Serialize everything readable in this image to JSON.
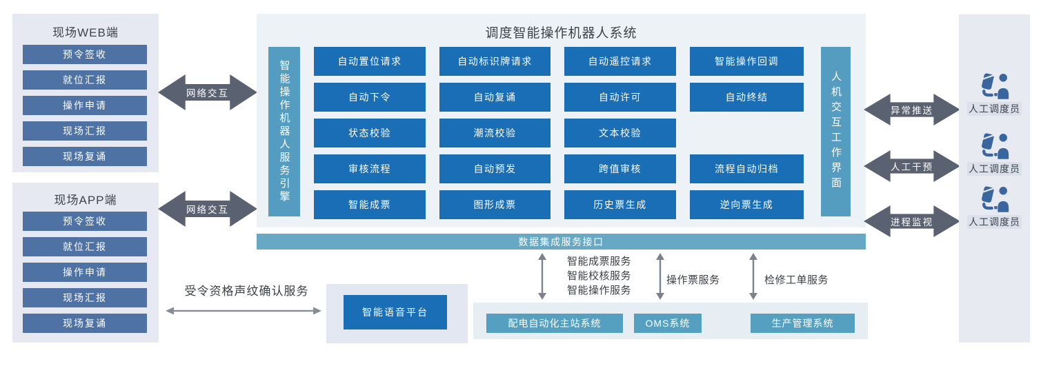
{
  "colors": {
    "module_blue": "#1a6eb5",
    "site_item_blue": "#4e72a4",
    "teal_bar": "#549dc1",
    "data_bar_teal": "#67a8c5",
    "system_box_teal": "#55a0c0",
    "fat_arrow_gray": "#5a6170",
    "thin_arrow_gray": "#7b828c",
    "dispatcher_icon_blue": "#3a669f",
    "panel_light": "#e6e9f2",
    "main_panel_light": "#edf2f6"
  },
  "web_panel": {
    "title": "现场WEB端",
    "items": [
      "预令签收",
      "就位汇报",
      "操作申请",
      "现场汇报",
      "现场复诵"
    ]
  },
  "app_panel": {
    "title": "现场APP端",
    "items": [
      "预令签收",
      "就位汇报",
      "操作申请",
      "现场汇报",
      "现场复诵"
    ]
  },
  "network": {
    "label": "网络交互"
  },
  "main_panel": {
    "title": "调度智能操作机器人系统",
    "left_bar": "智能操作机器人服务引擎",
    "right_bar": "人机交互工作界面",
    "grid_rows": [
      [
        "自动置位请求",
        "自动标识牌请求",
        "自动遥控请求",
        "智能操作回调"
      ],
      [
        "自动下令",
        "自动复诵",
        "自动许可",
        "自动终结"
      ],
      [
        "状态校验",
        "潮流校验",
        "文本校验"
      ],
      [
        "审核流程",
        "自动预发",
        "跨值审核",
        "流程自动归档"
      ],
      [
        "智能成票",
        "图形成票",
        "历史票生成",
        "逆向票生成"
      ]
    ]
  },
  "data_bar": {
    "label": "数据集成服务接口"
  },
  "service_links": {
    "group1": {
      "line1": "智能成票服务",
      "line2": "智能校核服务",
      "line3": "智能操作服务"
    },
    "group2": {
      "line1": "操作票服务"
    },
    "group3": {
      "line1": "检修工单服务"
    }
  },
  "systems_panel": {
    "items": [
      "配电自动化主站系统",
      "OMS系统",
      "生产管理系统"
    ]
  },
  "voice": {
    "service_label": "受令资格声纹确认服务",
    "platform": "智能语音平台"
  },
  "right_arrows": {
    "alert": "异常推送",
    "intervene": "人工干预",
    "monitor": "进程监视"
  },
  "operators": {
    "op1": "人工调度员",
    "op2": "人工调度员",
    "op3": "人工调度员"
  }
}
